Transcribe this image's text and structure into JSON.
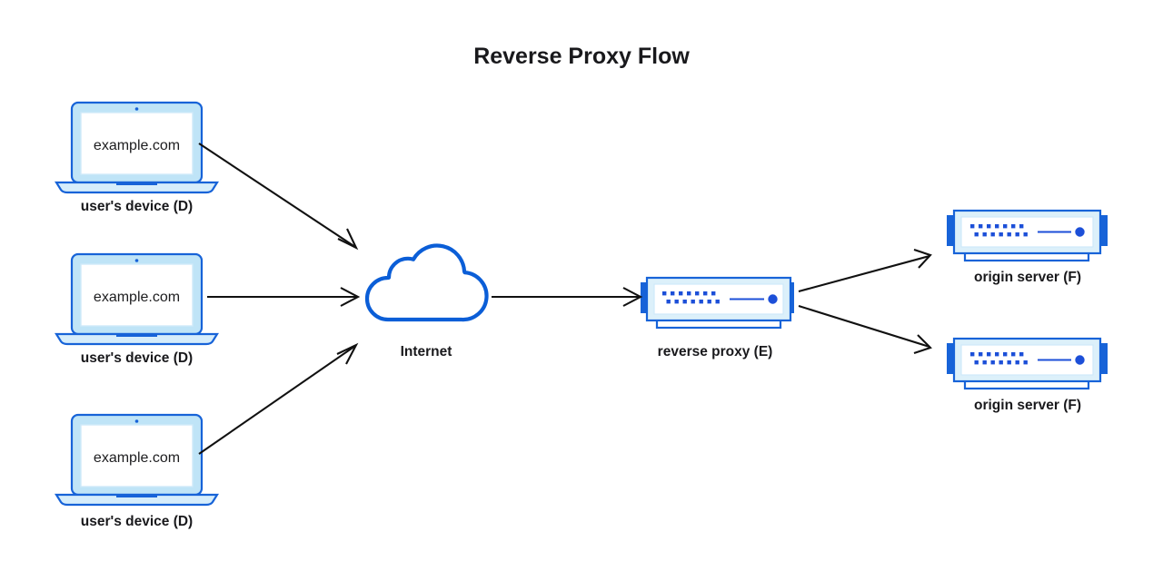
{
  "diagram": {
    "title": "Reverse Proxy Flow",
    "type": "network-flow-diagram",
    "background_color": "#ffffff",
    "colors": {
      "accent_blue": "#1763d8",
      "cloud_blue": "#0b5ed7",
      "screen_fill": "#bfe4f7",
      "server_fill": "#dcf0fa",
      "arrow_black": "#111111",
      "text_black": "#19191c"
    },
    "nodes": {
      "clients": [
        {
          "id": "client-1",
          "label": "user's device (D)",
          "screen_text": "example.com",
          "icon": "laptop-icon"
        },
        {
          "id": "client-2",
          "label": "user's device (D)",
          "screen_text": "example.com",
          "icon": "laptop-icon"
        },
        {
          "id": "client-3",
          "label": "user's device (D)",
          "screen_text": "example.com",
          "icon": "laptop-icon"
        }
      ],
      "internet": {
        "id": "internet",
        "label": "Internet",
        "icon": "cloud-icon"
      },
      "proxy": {
        "id": "reverse-proxy",
        "label": "reverse proxy (E)",
        "icon": "server-icon"
      },
      "origins": [
        {
          "id": "origin-1",
          "label": "origin server (F)",
          "icon": "server-icon"
        },
        {
          "id": "origin-2",
          "label": "origin server (F)",
          "icon": "server-icon"
        }
      ]
    },
    "edges": [
      {
        "from": "client-1",
        "to": "internet",
        "style": "arrow"
      },
      {
        "from": "client-2",
        "to": "internet",
        "style": "arrow"
      },
      {
        "from": "client-3",
        "to": "internet",
        "style": "arrow"
      },
      {
        "from": "internet",
        "to": "reverse-proxy",
        "style": "arrow"
      },
      {
        "from": "reverse-proxy",
        "to": "origin-1",
        "style": "arrow"
      },
      {
        "from": "reverse-proxy",
        "to": "origin-2",
        "style": "arrow"
      }
    ]
  }
}
